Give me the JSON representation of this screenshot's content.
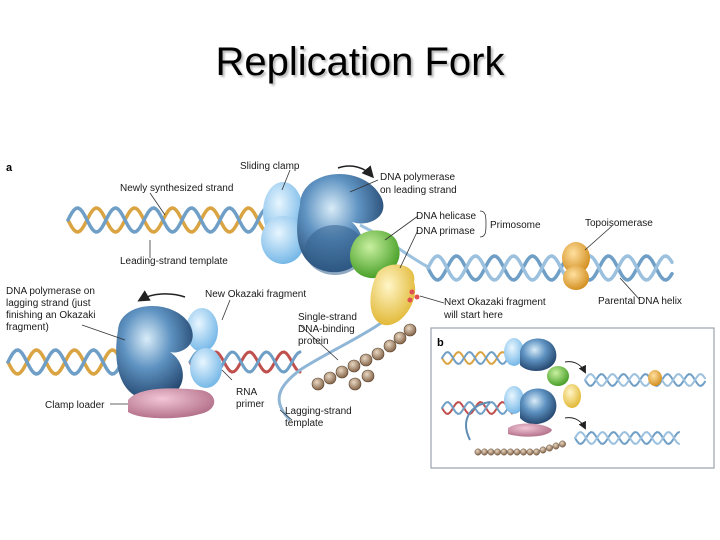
{
  "title": "Replication Fork",
  "panel_a": {
    "tag": "a",
    "labels": {
      "sliding_clamp": "Sliding clamp",
      "newly_synthesized": "Newly synthesized strand",
      "pol_leading_1": "DNA polymerase",
      "pol_leading_2": "on leading strand",
      "helicase": "DNA helicase",
      "primase": "DNA primase",
      "primosome": "Primosome",
      "topoisomerase": "Topoisomerase",
      "leading_template": "Leading-strand template",
      "pol_lagging_1": "DNA polymerase on",
      "pol_lagging_2": "lagging strand (just",
      "pol_lagging_3": "finishing an Okazaki",
      "pol_lagging_4": "fragment)",
      "new_okazaki": "New Okazaki fragment",
      "ssb_1": "Single-strand",
      "ssb_2": "DNA-binding",
      "ssb_3": "protein",
      "next_okazaki_1": "Next Okazaki fragment",
      "next_okazaki_2": "will start here",
      "parental_helix": "Parental DNA helix",
      "clamp_loader": "Clamp loader",
      "rna_1": "RNA",
      "rna_2": "primer",
      "lagging_template_1": "Lagging-strand",
      "lagging_template_2": "template"
    }
  },
  "panel_b": {
    "tag": "b"
  },
  "colors": {
    "dna_blue": "#6f9fc6",
    "dna_gold": "#d9a441",
    "dna_red": "#c0504d",
    "polymerase": "#4f7fae",
    "clamp": "#8ec9ee",
    "helicase": "#6fbf3a",
    "primase": "#f0d35a",
    "topoisomerase": "#e6a22f",
    "clamp_loader": "#c88aa0",
    "ssb": "#8a6a4f"
  }
}
